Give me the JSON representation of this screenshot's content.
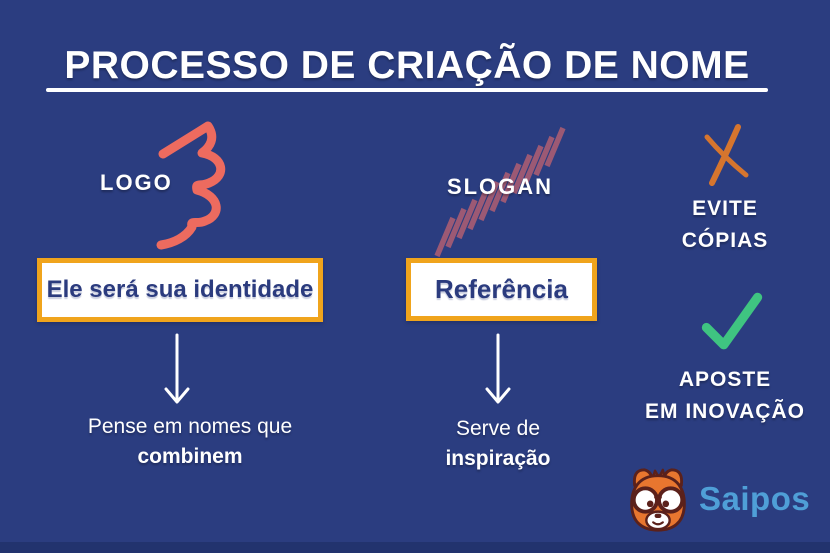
{
  "title": "PROCESSO DE CRIAÇÃO DE NOME",
  "colors": {
    "background": "#2B3D80",
    "bottom_strip": "#22336E",
    "coral": "#ED6B5F",
    "box_border": "#F0A41C",
    "box_background": "#FFFFFF",
    "box_text": "#2B3B7E",
    "hatch": "#A65C73",
    "x_mark": "#D6752E",
    "check": "#3FC481",
    "saipos_blue": "#4F9FD7",
    "text": "#FFFFFF"
  },
  "logo_column": {
    "label": "LOGO",
    "icon": "squiggle-icon",
    "box_text": "Ele será sua identidade",
    "caption_line1": "Pense em nomes que",
    "caption_line2": "combinem"
  },
  "slogan_column": {
    "label": "SLOGAN",
    "icon": "diagonal-hatch-icon",
    "box_text": "Referência",
    "caption_line1": "Serve de",
    "caption_line2": "inspiração"
  },
  "tips_column": {
    "avoid": {
      "icon": "x-mark-icon",
      "line1": "EVITE",
      "line2": "CÓPIAS"
    },
    "bet": {
      "icon": "check-icon",
      "line1": "APOSTE",
      "line2": "EM INOVAÇÃO"
    }
  },
  "footer": {
    "brand": "Saipos",
    "mascot": "squirrel-mascot"
  }
}
